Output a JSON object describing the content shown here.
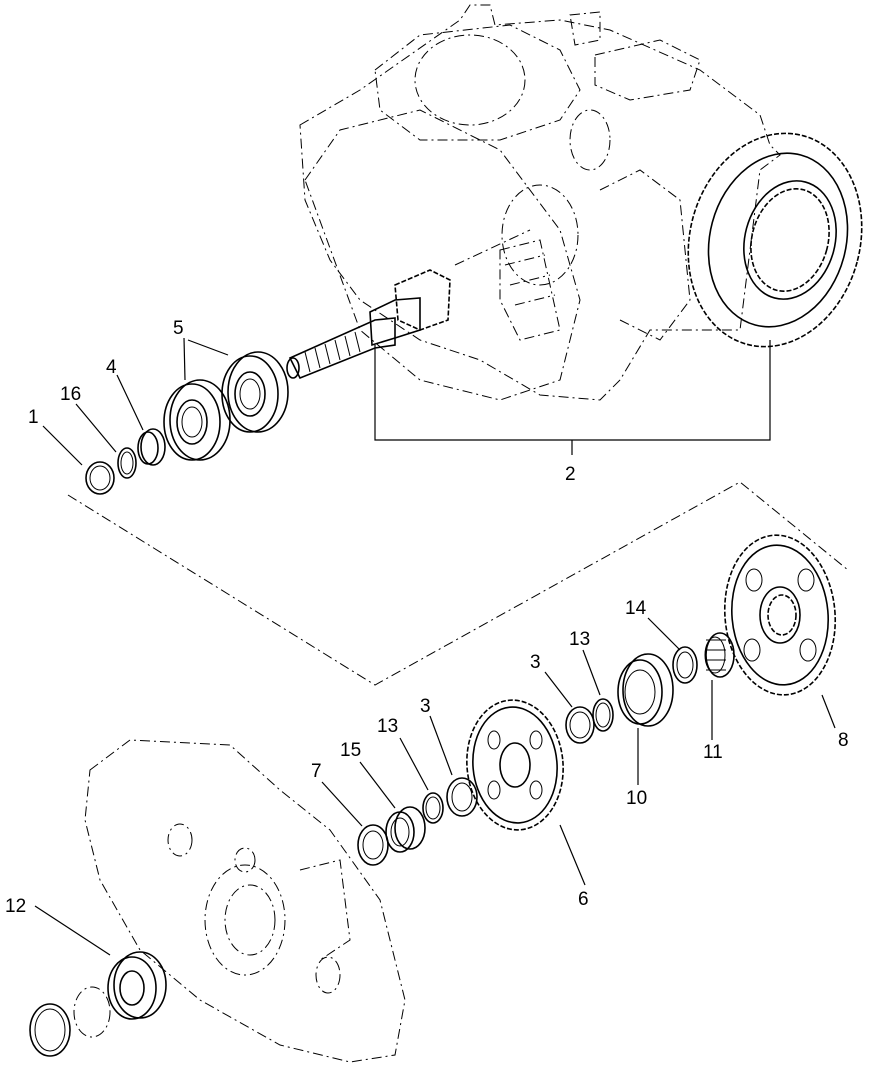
{
  "callouts": [
    {
      "id": "c1",
      "label": "1"
    },
    {
      "id": "c16",
      "label": "16"
    },
    {
      "id": "c4",
      "label": "4"
    },
    {
      "id": "c5",
      "label": "5"
    },
    {
      "id": "c2",
      "label": "2"
    },
    {
      "id": "c14",
      "label": "14"
    },
    {
      "id": "c13a",
      "label": "13"
    },
    {
      "id": "c3a",
      "label": "3"
    },
    {
      "id": "c8",
      "label": "8"
    },
    {
      "id": "c11",
      "label": "11"
    },
    {
      "id": "c10",
      "label": "10"
    },
    {
      "id": "c13b",
      "label": "13"
    },
    {
      "id": "c3b",
      "label": "3"
    },
    {
      "id": "c7",
      "label": "7"
    },
    {
      "id": "c15",
      "label": "15"
    },
    {
      "id": "c6",
      "label": "6"
    },
    {
      "id": "c12",
      "label": "12"
    }
  ]
}
